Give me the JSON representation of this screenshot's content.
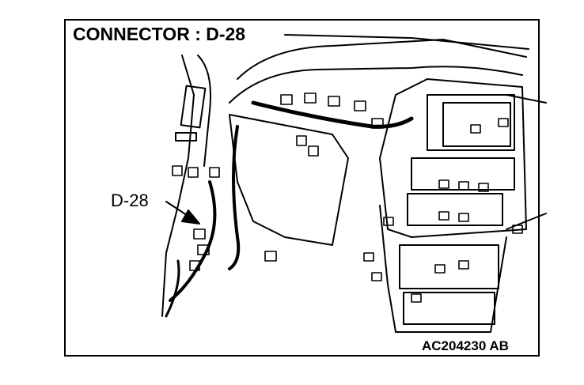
{
  "title": "CONNECTOR : D-28",
  "callout_label": "D-28",
  "figure_code": "AC204230 AB"
}
